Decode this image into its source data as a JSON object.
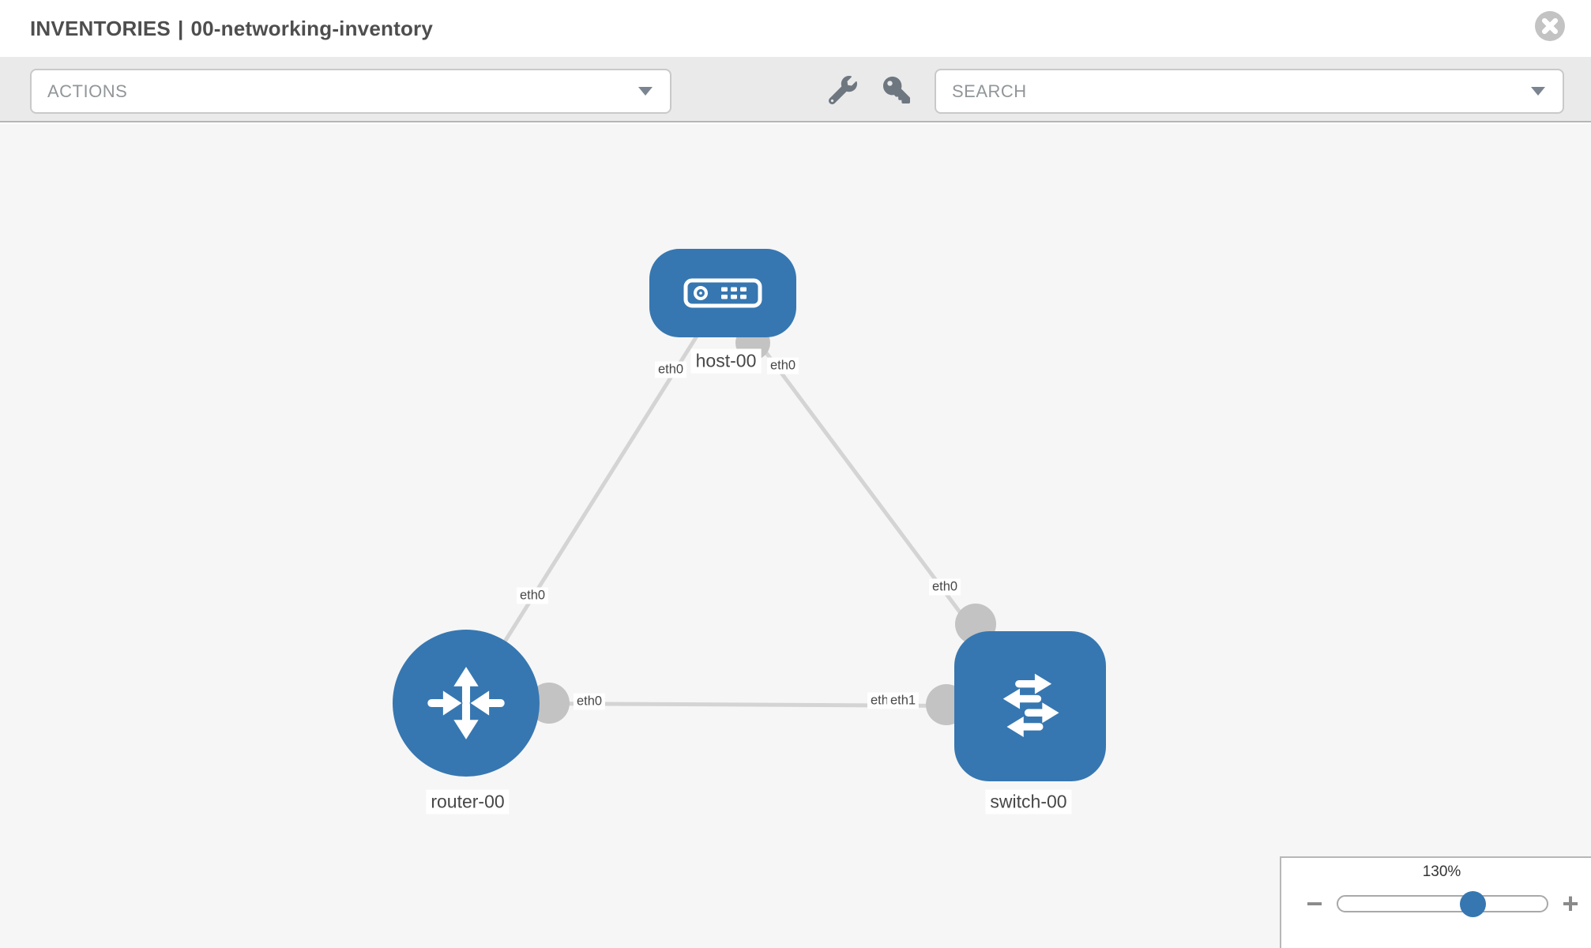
{
  "header": {
    "section": "INVENTORIES",
    "separator": "|",
    "inventory_name": "00-networking-inventory"
  },
  "toolbar": {
    "actions_label": "ACTIONS",
    "search_placeholder": "SEARCH"
  },
  "icons": {
    "close": "times-circle",
    "tools": "wrench",
    "credentials": "key",
    "dropdown": "caret-down"
  },
  "topology": {
    "nodes": {
      "host": {
        "label": "host-00",
        "type": "host"
      },
      "router": {
        "label": "router-00",
        "type": "router"
      },
      "switch": {
        "label": "switch-00",
        "type": "switch"
      }
    },
    "links": [
      {
        "source": "host-00",
        "target": "router-00",
        "source_interface": "eth0",
        "target_interface": "eth0"
      },
      {
        "source": "host-00",
        "target": "switch-00",
        "source_interface": "eth0",
        "target_interface": "eth0"
      },
      {
        "source": "router-00",
        "target": "switch-00",
        "source_interface": "eth0",
        "target_interface": "eth1"
      }
    ],
    "interface_labels": {
      "host_left": "eth0",
      "host_right": "eth0",
      "router_link_mid": "eth0",
      "switch_link_mid": "eth0",
      "router_right": "eth0",
      "switch_back": "eth0",
      "switch_front": "eth1"
    }
  },
  "zoom_control": {
    "level": "130%",
    "decrease": "−",
    "increase": "+"
  },
  "colors": {
    "node_fill": "#3677b1",
    "link": "#d4d4d4",
    "port": "#c3c3c3",
    "toolbar_bg": "#eaeaea",
    "canvas_bg": "#f6f6f6",
    "slider_thumb": "#3677b1"
  }
}
